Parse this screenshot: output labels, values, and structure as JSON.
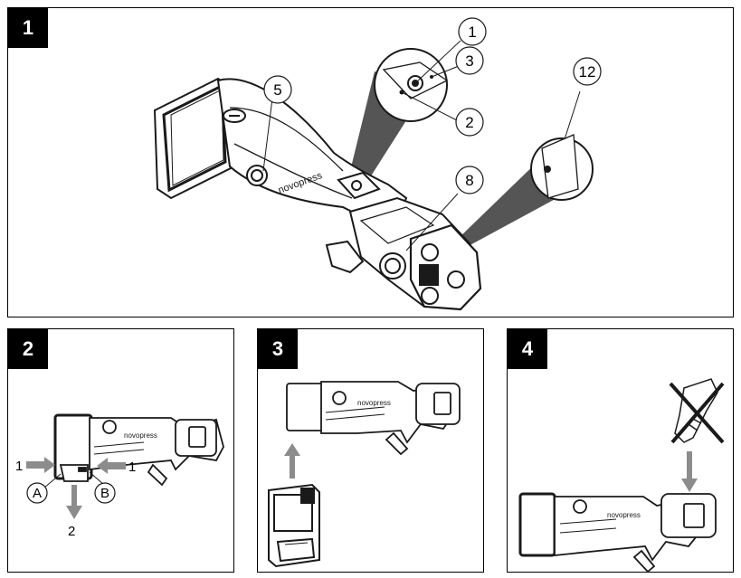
{
  "panels": [
    {
      "number": "1"
    },
    {
      "number": "2"
    },
    {
      "number": "3"
    },
    {
      "number": "4"
    }
  ],
  "panel1": {
    "callouts": [
      "1",
      "3",
      "2",
      "5",
      "12",
      "8"
    ],
    "brand_text": "novopress"
  },
  "panel2": {
    "arrow_left_label": "1",
    "arrow_right_label": "1",
    "arrow_down_label": "2",
    "point_a": "A",
    "point_b": "B",
    "brand_text": "novopress"
  },
  "panel3": {
    "brand_text": "novopress"
  },
  "panel4": {
    "brand_text": "novopress"
  },
  "colors": {
    "badge_bg": "#000000",
    "arrow_grey": "#8c8c8c",
    "beam_grey": "#555555",
    "line": "#1a1a1a"
  }
}
